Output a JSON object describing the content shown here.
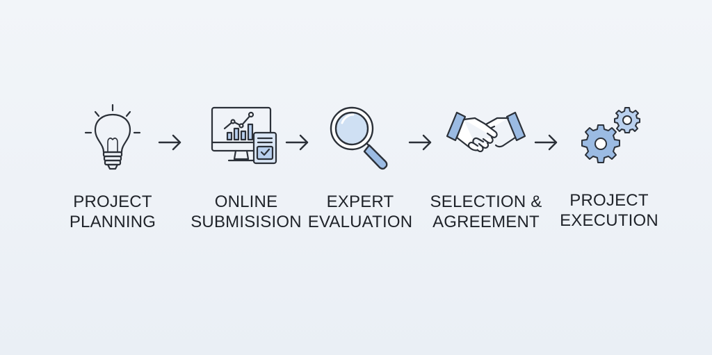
{
  "colors": {
    "stroke": "#2b3038",
    "accent": "#7fa7d9",
    "accent_light": "#b9d0ee",
    "background": "#f0f4f8"
  },
  "steps": [
    {
      "icon": "lightbulb-icon",
      "line1": "PROJECT",
      "line2": "PLANNING"
    },
    {
      "icon": "monitor-chart-icon",
      "line1": "ONLINE",
      "line2": "SUBMISISION"
    },
    {
      "icon": "magnifier-icon",
      "line1": "EXPERT",
      "line2": "EVALUATION"
    },
    {
      "icon": "handshake-icon",
      "line1": "SELECTION &",
      "line2": "AGREEMENT"
    },
    {
      "icon": "gears-icon",
      "line1": "PROJECT",
      "line2": "EXECUTION"
    }
  ]
}
